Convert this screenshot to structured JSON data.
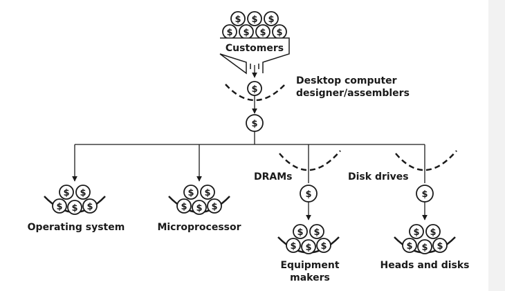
{
  "labels": {
    "customers": "Customers",
    "desktop_line1": "Desktop computer",
    "desktop_line2": "designer/assemblers",
    "operating_system": "Operating system",
    "microprocessor": "Microprocessor",
    "drams": "DRAMs",
    "disk_drives": "Disk drives",
    "equipment_line1": "Equipment",
    "equipment_line2": "makers",
    "heads_and_disks": "Heads and disks"
  },
  "coin_symbol": "$",
  "colors": {
    "ink": "#1a1a1a",
    "background": "#ffffff",
    "sidebar": "#f2f2f2"
  }
}
